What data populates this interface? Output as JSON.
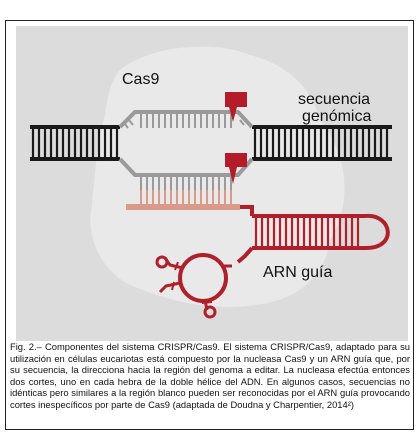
{
  "labels": {
    "protein": "Cas9",
    "genomic_line1": "secuencia",
    "genomic_line2": "genómica",
    "guide_rna": "ARN guía"
  },
  "caption": "Fig. 2.– Componentes del sistema CRISPR/Cas9. El sistema CRISPR/Cas9, adaptado para su utilización en células eucariotas está compuesto por la nucleasa Cas9 y un ARN guía que, por su secuencia, la direcciona hacia la región del genoma a editar. La nucleasa efectúa entonces dos cortes, uno en cada hebra de la doble hélice del ADN. En algunos casos, secuencias no idénticas pero similares a la región blanco pueden ser reconocidas por el ARN guía provocando cortes inespecíficos por parte de Cas9 (adaptada de Doudna y Charpentier, 2014²)",
  "colors": {
    "dna": "#1a1a1a",
    "dna_unwound": "#9a9a9a",
    "rna": "#b0202a",
    "rna_pairing": "#d99a8a",
    "cut_marker": "#b51c2a",
    "protein": "#e9e9e9",
    "panel": "#dcdcdc"
  }
}
